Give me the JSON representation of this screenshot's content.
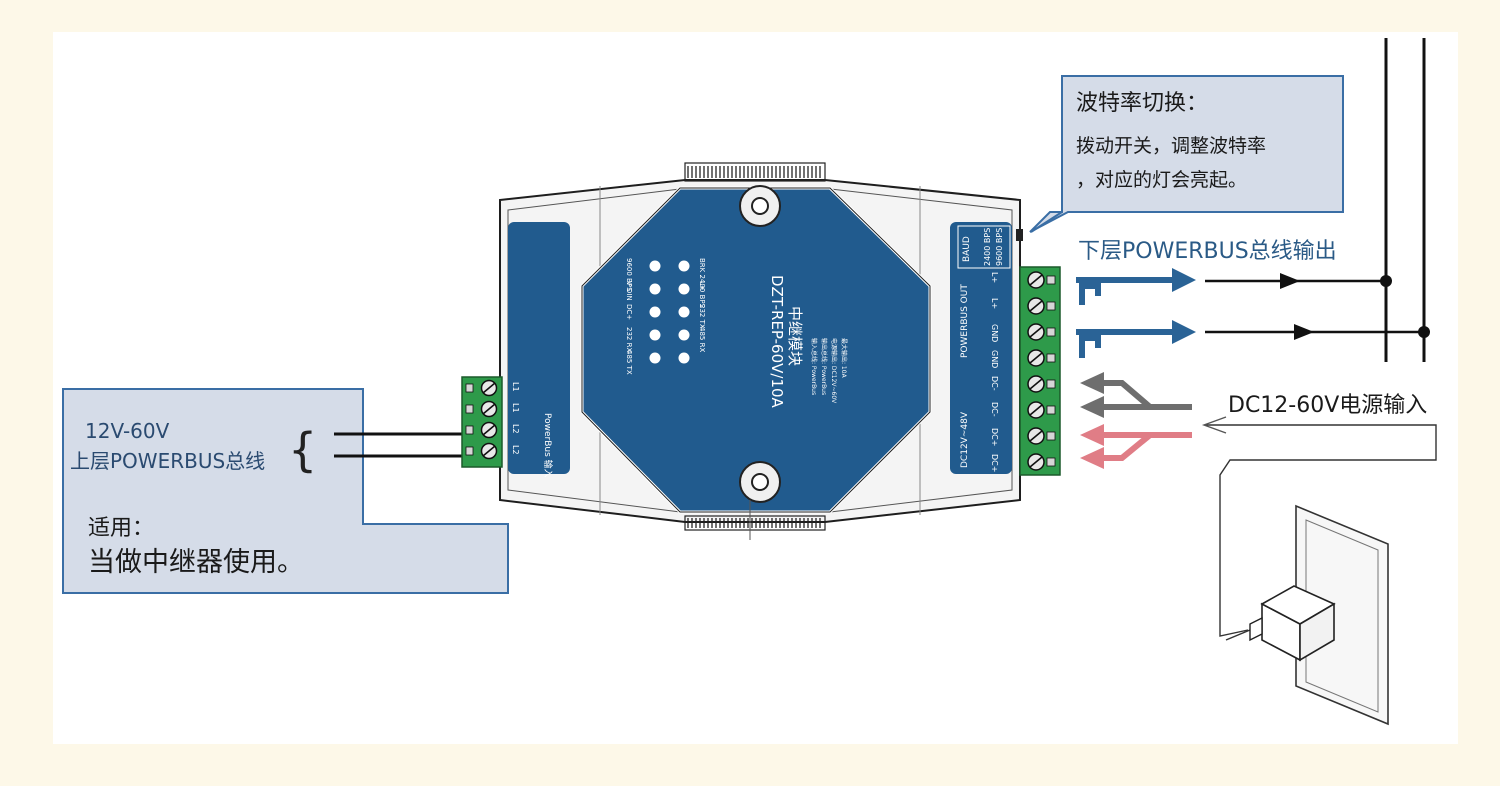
{
  "colors": {
    "page_bg": "#fdf8e8",
    "callout_fill": "#d5dce8",
    "callout_stroke": "#3a6ea5",
    "module_blue": "#215b8e",
    "terminal_green": "#2e9a4a",
    "output_arrow": "#2a6396",
    "dc_minus_arrow": "#6e6e6e",
    "dc_plus_arrow": "#e07d86"
  },
  "callout_baud": {
    "title": "波特率切换：",
    "line1": "拨动开关，调整波特率",
    "line2": "，对应的灯会亮起。"
  },
  "callout_input": {
    "voltage": "12V-60V",
    "bus": "上层POWERBUS总线",
    "brace": "{",
    "usage_title": "适用：",
    "usage_text": "当做中继器使用。"
  },
  "output_label": "下层POWERBUS总线输出",
  "power_label": "DC12-60V电源输入",
  "module": {
    "name": "DZT-REP-60V/10A",
    "subname": "中继模块",
    "spec_lines": [
      "输入总线: PowerBus",
      "输出总线: PowerBus",
      "电源输出: DC12V~60V",
      "最大输出: 10A"
    ],
    "led_left_labels": [
      "9600 BPS",
      "V DIN",
      "DC+",
      "232 RX",
      "485 TX"
    ],
    "led_right_labels": [
      "BRK 2400 BPS",
      "L+",
      "232 TX",
      "485 RX",
      ""
    ],
    "led_count": 5,
    "input_panel_title": "PowerBus 输入",
    "input_terminals": [
      "L1",
      "L1",
      "L2",
      "L2"
    ],
    "baud_switch": {
      "label": "BAUD",
      "options": [
        "2400 BPS",
        "9600 BPS"
      ]
    },
    "out_group_label": "POWERBUS OUT",
    "out_terminals": [
      "L+",
      "L+",
      "GND",
      "GND"
    ],
    "dc_group_label": "DC12V~48V",
    "dc_terminals": [
      "DC-",
      "DC-",
      "DC+",
      "DC+"
    ]
  },
  "icons": [
    "power-adapter-icon",
    "wall-socket-icon",
    "mount-hole-icon"
  ]
}
